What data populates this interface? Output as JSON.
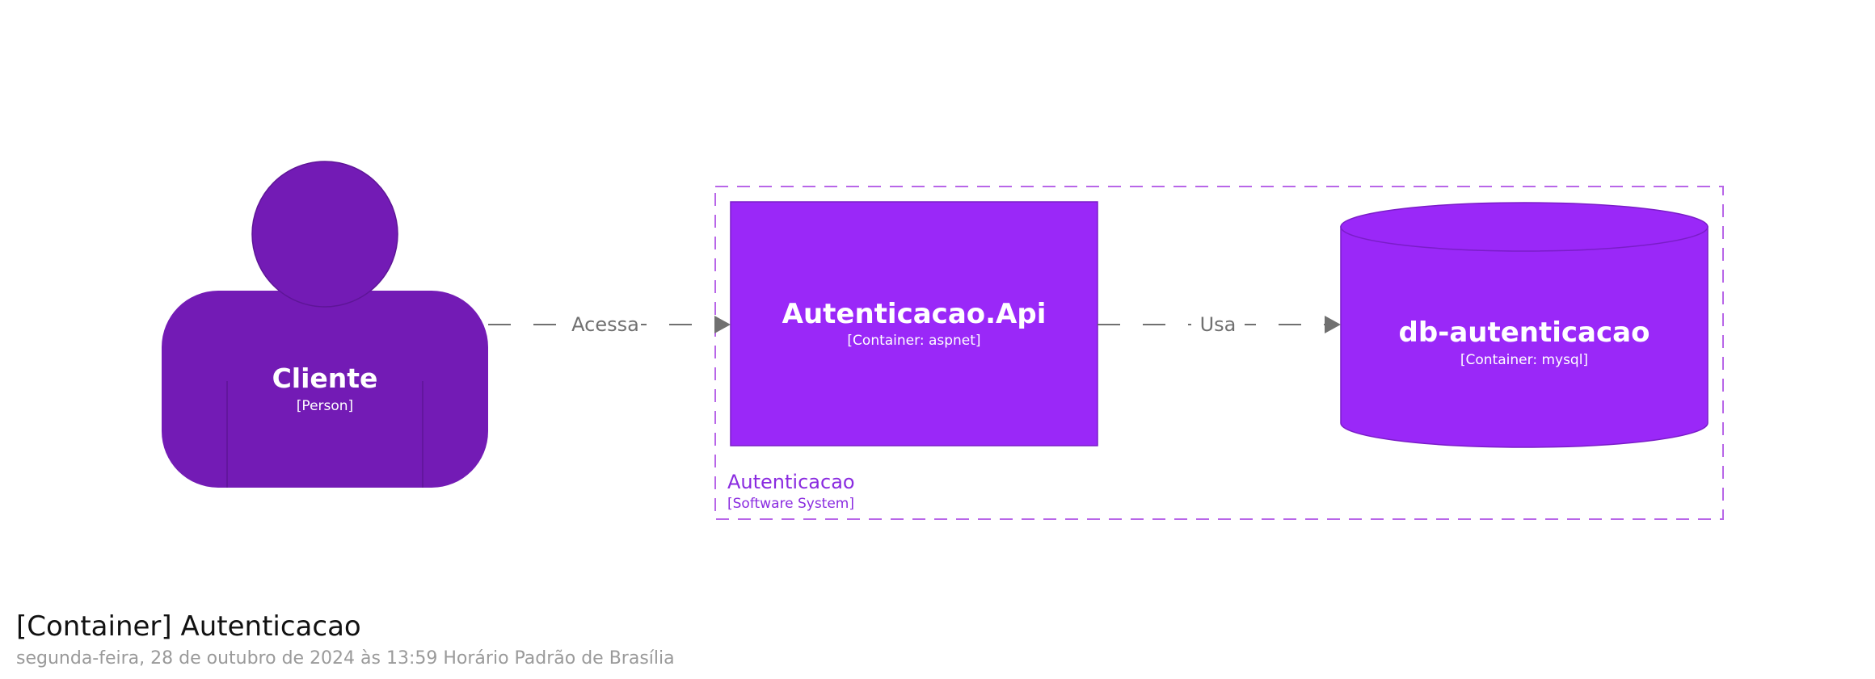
{
  "colors": {
    "person": "#731bb5",
    "container": "#9a28f8",
    "boundary": "#b866e8",
    "boundary_text": "#8a2be0",
    "relationship": "#707070",
    "node_text": "#ffffff",
    "title": "#111111",
    "subtitle": "#9a9a9a"
  },
  "elements": {
    "person": {
      "name": "Cliente",
      "type": "[Person]"
    },
    "api": {
      "name": "Autenticacao.Api",
      "type": "[Container: aspnet]"
    },
    "database": {
      "name": "db-autenticacao",
      "type": "[Container: mysql]"
    }
  },
  "boundary": {
    "name": "Autenticacao",
    "type": "[Software System]"
  },
  "relationships": [
    {
      "from": "Cliente",
      "to": "Autenticacao.Api",
      "label": "Acessa"
    },
    {
      "from": "Autenticacao.Api",
      "to": "db-autenticacao",
      "label": "Usa"
    }
  ],
  "footer": {
    "title": "[Container] Autenticacao",
    "date": "segunda-feira, 28 de outubro de 2024 às 13:59 Horário Padrão de Brasília"
  }
}
